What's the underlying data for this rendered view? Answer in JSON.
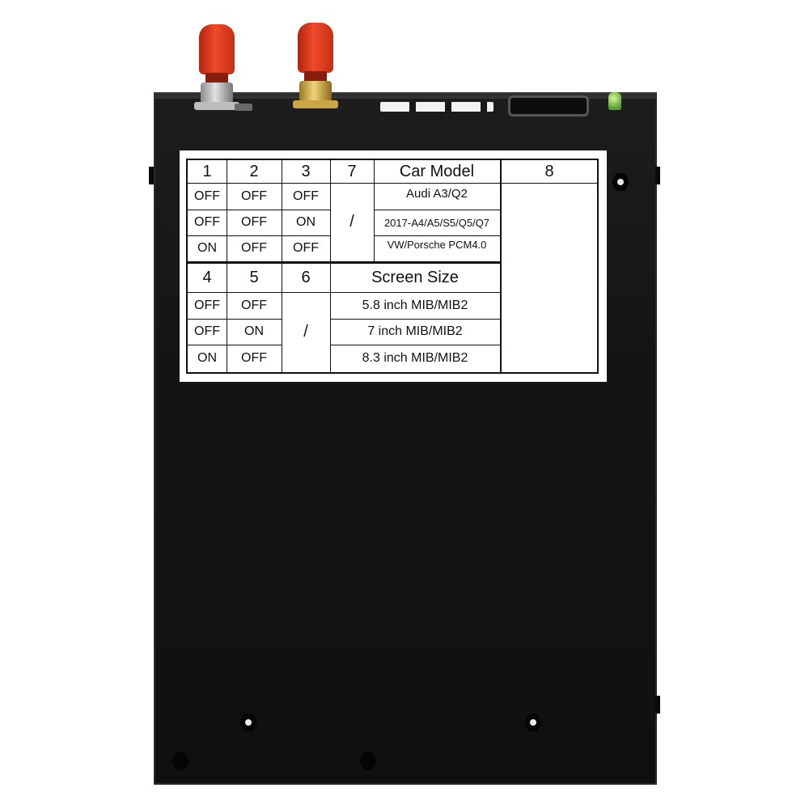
{
  "label": {
    "top_headers": [
      "1",
      "2",
      "3",
      "7"
    ],
    "car_model_header": "Car Model",
    "col8_header": "8",
    "car_rows": [
      {
        "s1": "OFF",
        "s2": "OFF",
        "s3": "OFF",
        "model": "Audi A3/Q2"
      },
      {
        "s1": "OFF",
        "s2": "OFF",
        "s3": "ON",
        "model": "2017-A4/A5/S5/Q5/Q7"
      },
      {
        "s1": "ON",
        "s2": "OFF",
        "s3": "OFF",
        "model": "VW/Porsche PCM4.0"
      }
    ],
    "col7_value": "/",
    "bottom_headers": [
      "4",
      "5",
      "6"
    ],
    "screen_size_header": "Screen Size",
    "screen_rows": [
      {
        "s4": "OFF",
        "s5": "OFF",
        "size": "5.8 inch MIB/MIB2"
      },
      {
        "s4": "OFF",
        "s5": "ON",
        "size": "7 inch MIB/MIB2"
      },
      {
        "s4": "ON",
        "s5": "OFF",
        "size": "8.3 inch MIB/MIB2"
      }
    ],
    "col6_value": "/"
  },
  "colors": {
    "device_body": "#141414",
    "antenna_cap": "#e03d20",
    "label_bg": "#ffffff",
    "led": "#7cc242"
  },
  "icons": [
    "antenna-icon",
    "screw-icon",
    "led-icon",
    "port-icon"
  ]
}
